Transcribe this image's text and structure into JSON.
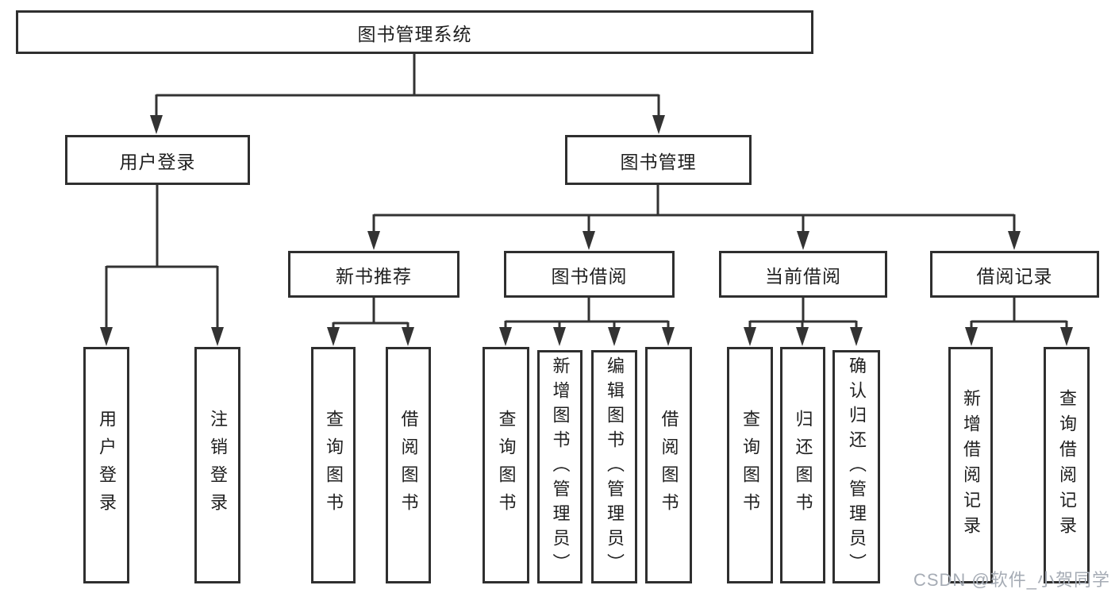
{
  "nodes": {
    "root": "图书管理系统",
    "level2": [
      "用户登录",
      "图书管理"
    ],
    "level3": [
      "新书推荐",
      "图书借阅",
      "当前借阅",
      "借阅记录"
    ],
    "leaves": [
      "用户登录",
      "注销登录",
      "查询图书",
      "借阅图书",
      "查询图书",
      "新增图书（管理员）",
      "编辑图书（管理员）",
      "借阅图书",
      "查询图书",
      "归还图书",
      "确认归还（管理员）",
      "新增借阅记录",
      "查询借阅记录"
    ]
  },
  "watermark": "CSDN @软件_小贺同学",
  "colors": {
    "line": "#333333",
    "box_border": "#2f2f2f",
    "box_bg": "#ffffff",
    "text": "#1f1f1f",
    "watermark": "#a6acb5"
  }
}
